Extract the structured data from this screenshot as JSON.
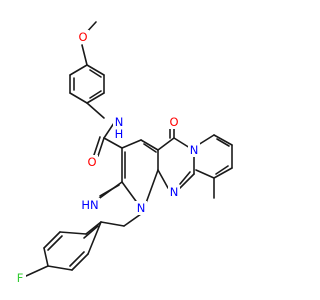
{
  "atom_labels": {
    "methoxy_o": "O",
    "amide_o": "O",
    "amide_nh": "N\nH",
    "ketone_o": "O",
    "imine_nh": "HN",
    "n_ring1": "N",
    "n_ring2": "N",
    "n_ring3": "N",
    "fluorine": "F"
  },
  "colors": {
    "bond": "#1a1a1a",
    "oxygen": "#ff0000",
    "nitrogen": "#0000ff",
    "fluorine": "#33cc33"
  }
}
